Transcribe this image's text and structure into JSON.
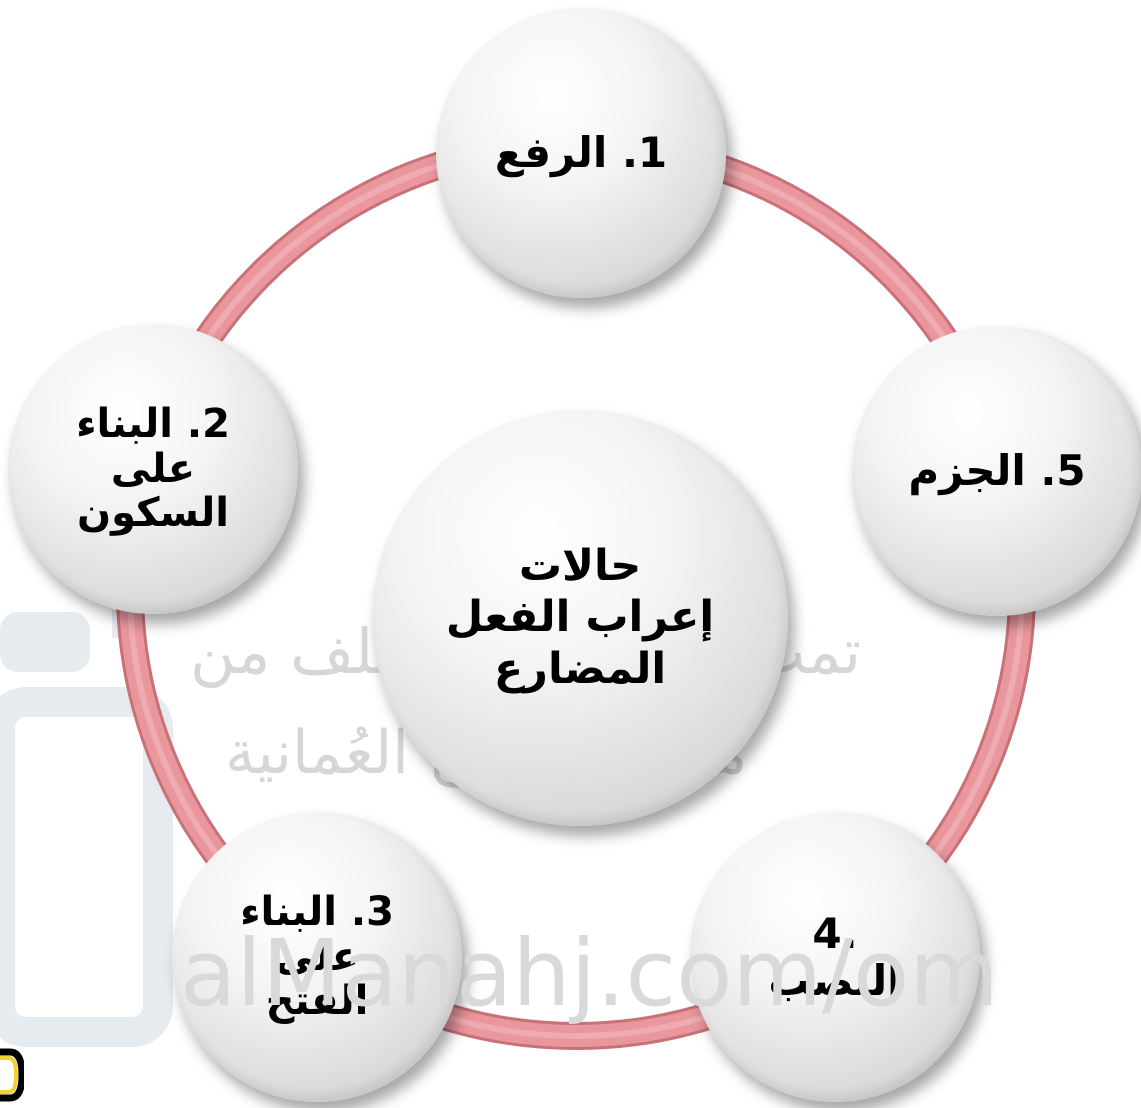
{
  "diagram": {
    "center": {
      "label": "حالات\nإعراب الفعل\nالمضارع"
    },
    "nodes": [
      {
        "id": "1",
        "label": "1. الرفع"
      },
      {
        "id": "2",
        "label": "2. البناء\nعلى\nالسكون"
      },
      {
        "id": "3",
        "label": "3. البناء\nعلى\nالفتح"
      },
      {
        "id": "4",
        "label": "4.\nالنصب"
      },
      {
        "id": "5",
        "label": "5. الجزم"
      }
    ]
  },
  "watermark": {
    "line1": "تمت تحميل هذا الملف من",
    "line2": "موقع المناهج العُمانية",
    "url": "alManahj.com/om"
  },
  "colors": {
    "ring": "#e58f95",
    "ring_edge": "#c97078",
    "node_light": "#f4f4f4",
    "node_dark": "#c7c7c7",
    "watermark": "#d6d6d6",
    "watermark_logo": "#e6ebef",
    "corner_mark": "#f2d230"
  },
  "icons": {
    "watermark_logo": "document-logo-icon",
    "corner_mark": "badge-icon"
  }
}
